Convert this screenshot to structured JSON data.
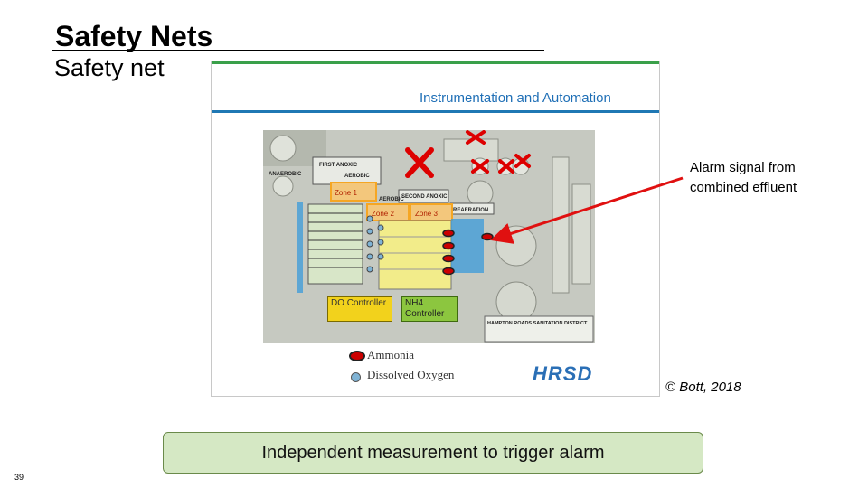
{
  "slide": {
    "title": "Safety Nets",
    "subtitle": "Safety net",
    "page_number": "39"
  },
  "figure": {
    "header": "Instrumentation and Automation",
    "zones": [
      "Zone 1",
      "Zone 2",
      "Zone 3"
    ],
    "basin_labels": [
      "FIRST ANOXIC",
      "AEROBIC",
      "ANAEROBIC",
      "SECOND ANOXIC",
      "AEROBIC",
      "REAERATION"
    ],
    "controllers": {
      "do": "DO Controller",
      "nh4": "NH4 Controller"
    },
    "legend": {
      "ammonia": "Ammonia",
      "dissolved_oxygen": "Dissolved Oxygen"
    },
    "logo": "HRSD",
    "district_label": "HAMPTON ROADS SANITATION DISTRICT",
    "colors": {
      "zone_orange": "#f5a623",
      "do_box": "#f2d21c",
      "nh4_box": "#8cc63f",
      "arrow_red": "#e01010",
      "header_blue": "#1f6fb6"
    }
  },
  "annotation": {
    "line1": "Alarm signal from",
    "line2": "combined effluent"
  },
  "copyright": "© Bott, 2018",
  "callout": "Independent measurement to trigger alarm"
}
